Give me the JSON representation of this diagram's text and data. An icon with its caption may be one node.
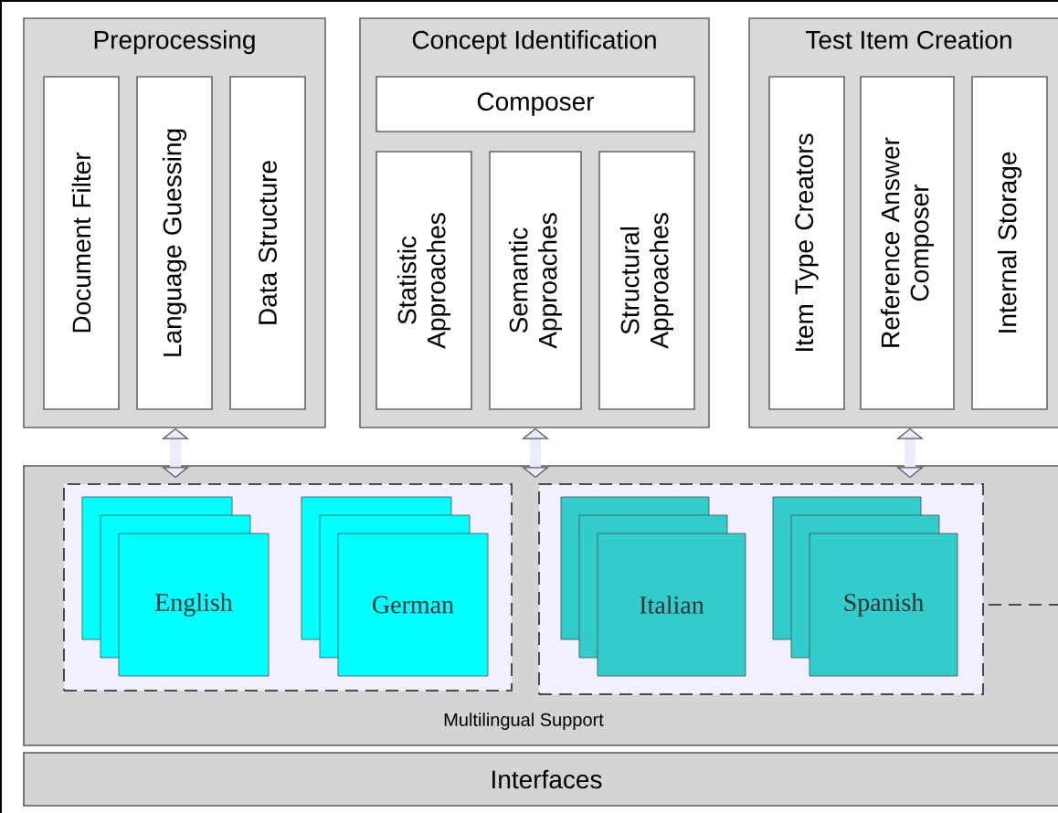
{
  "diagram": {
    "nodes": [
      {
        "text": [
          "Preprocessing"
        ]
      },
      {
        "text": [
          "Document Filter"
        ],
        "in": 0
      },
      {
        "text": [
          "Language Guessing"
        ],
        "in": 0
      },
      {
        "text": [
          "Data Structure"
        ],
        "in": 0
      },
      {
        "text": [
          "Concept Identification"
        ]
      },
      {
        "text": [
          "Composer"
        ],
        "in": 4
      },
      {
        "text": [
          "Statistic Approaches"
        ],
        "in": 4
      },
      {
        "text": [
          "Semantic Approaches"
        ],
        "in": 4
      },
      {
        "text": [
          "Structural Approaches"
        ],
        "in": 4
      },
      {
        "text": [
          "Test Item Creation"
        ]
      },
      {
        "text": [
          "Item Type Creators"
        ],
        "in": 9
      },
      {
        "text": [
          "Reference Answer Composer"
        ],
        "in": 9
      },
      {
        "text": [
          "Internal Storage"
        ],
        "in": 9
      },
      {
        "text": [
          "Multilingual Support"
        ]
      },
      {
        "text": [],
        "shape": "box",
        "in": 13
      },
      {
        "text": [
          "English"
        ],
        "in": 14
      },
      {
        "text": [
          "German"
        ],
        "in": 14
      },
      {
        "text": [],
        "shape": "box",
        "in": 13
      },
      {
        "text": [
          "Italian"
        ],
        "in": 17
      },
      {
        "text": [
          "Spanish"
        ],
        "in": 17
      },
      {
        "text": [
          "Interfaces"
        ]
      }
    ],
    "edges": [
      {
        "from": 0,
        "to": 13,
        "arrow": "both"
      },
      {
        "from": 4,
        "to": 13,
        "arrow": "both"
      },
      {
        "from": 9,
        "to": 13,
        "arrow": "both"
      }
    ]
  }
}
